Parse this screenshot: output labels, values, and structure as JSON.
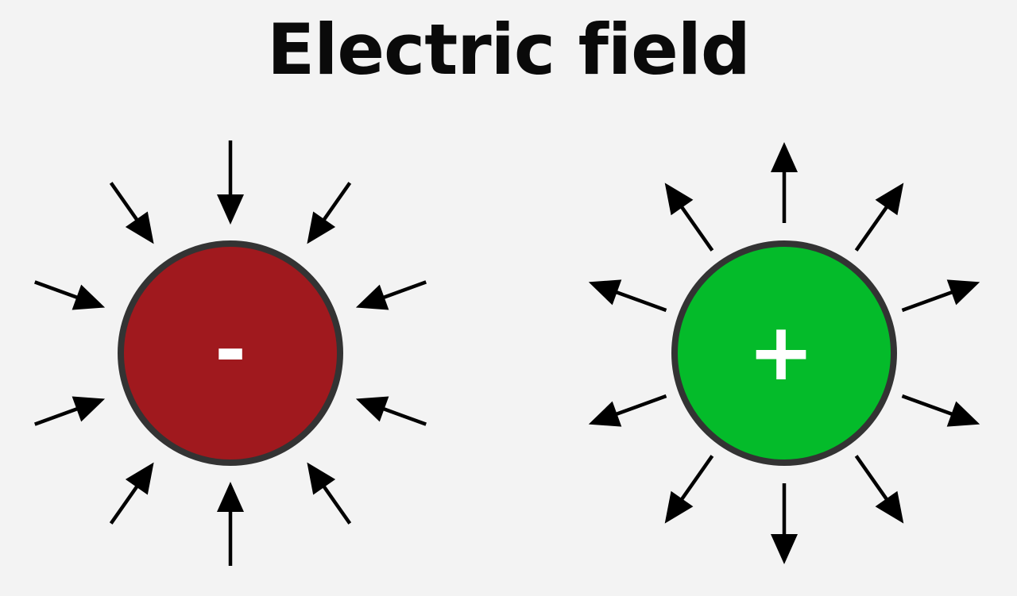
{
  "title": "Electric field",
  "charges": [
    {
      "id": "negative",
      "sign": "-",
      "fill_color": "#a0191e",
      "field_direction": "inward"
    },
    {
      "id": "positive",
      "sign": "+",
      "fill_color": "#04bb2a",
      "field_direction": "outward"
    }
  ],
  "colors": {
    "background": "#f3f3f3",
    "outline": "#333333",
    "arrow": "#000000",
    "sign": "#ffffff"
  }
}
